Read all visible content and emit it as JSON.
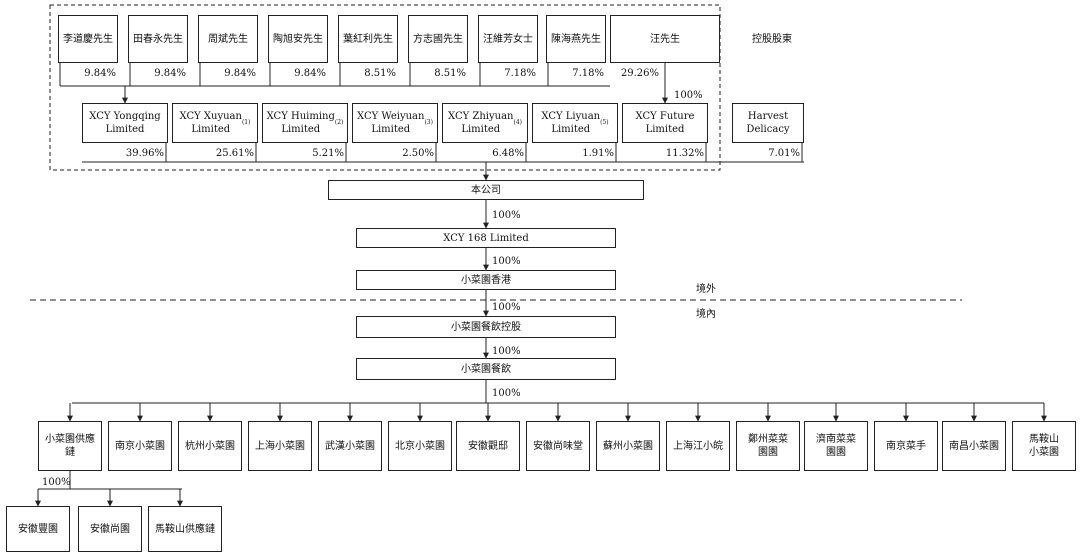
{
  "region_labels": {
    "controlling_shareholders": "控股股東",
    "offshore": "境外",
    "onshore": "境內"
  },
  "individuals": [
    "李道慶先生",
    "田春永先生",
    "周斌先生",
    "陶旭安先生",
    "葉紅利先生",
    "方志國先生",
    "汪維芳女士",
    "陳海燕先生",
    "汪先生"
  ],
  "individual_pcts": [
    "9.84%",
    "9.84%",
    "9.84%",
    "9.84%",
    "8.51%",
    "8.51%",
    "7.18%",
    "7.18%",
    "29.26%"
  ],
  "future_link_pct": "100%",
  "holdcos": [
    {
      "name": "XCY Yongqing\nLimited",
      "note": ""
    },
    {
      "name": "XCY Xuyuan\nLimited",
      "note": "(1)"
    },
    {
      "name": "XCY Huiming\nLimited",
      "note": "(2)"
    },
    {
      "name": "XCY Weiyuan\nLimited",
      "note": "(3)"
    },
    {
      "name": "XCY Zhiyuan\nLimited",
      "note": "(4)"
    },
    {
      "name": "XCY Liyuan\nLimited",
      "note": "(5)"
    },
    {
      "name": "XCY Future\nLimited",
      "note": ""
    },
    {
      "name": "Harvest\nDelicacy",
      "note": ""
    }
  ],
  "holdco_pcts": [
    "39.96%",
    "25.61%",
    "5.21%",
    "2.50%",
    "6.48%",
    "1.91%",
    "11.32%",
    "7.01%"
  ],
  "chain": [
    {
      "name": "本公司",
      "pct_below": "100%"
    },
    {
      "name": "XCY 168 Limited",
      "pct_below": "100%"
    },
    {
      "name": "小菜園香港",
      "pct_below": "100%"
    },
    {
      "name": "小菜園餐飲控股",
      "pct_below": "100%"
    },
    {
      "name": "小菜園餐飲",
      "pct_below": "100%"
    }
  ],
  "subsidiaries": [
    "小菜園供應鏈",
    "南京小菜園",
    "杭州小菜園",
    "上海小菜園",
    "武漢小菜園",
    "北京小菜園",
    "安徽觀邸",
    "安徽尚味堂",
    "蘇州小菜園",
    "上海江小皖",
    "鄭州菜菜\n園園",
    "濟南菜菜\n園園",
    "南京菜手",
    "南昌小菜園",
    "馬鞍山\n小菜園"
  ],
  "supply_chain_pct": "100%",
  "supply_chain_subs": [
    "安徽豐園",
    "安徽尚園",
    "馬鞍山供應鏈"
  ]
}
